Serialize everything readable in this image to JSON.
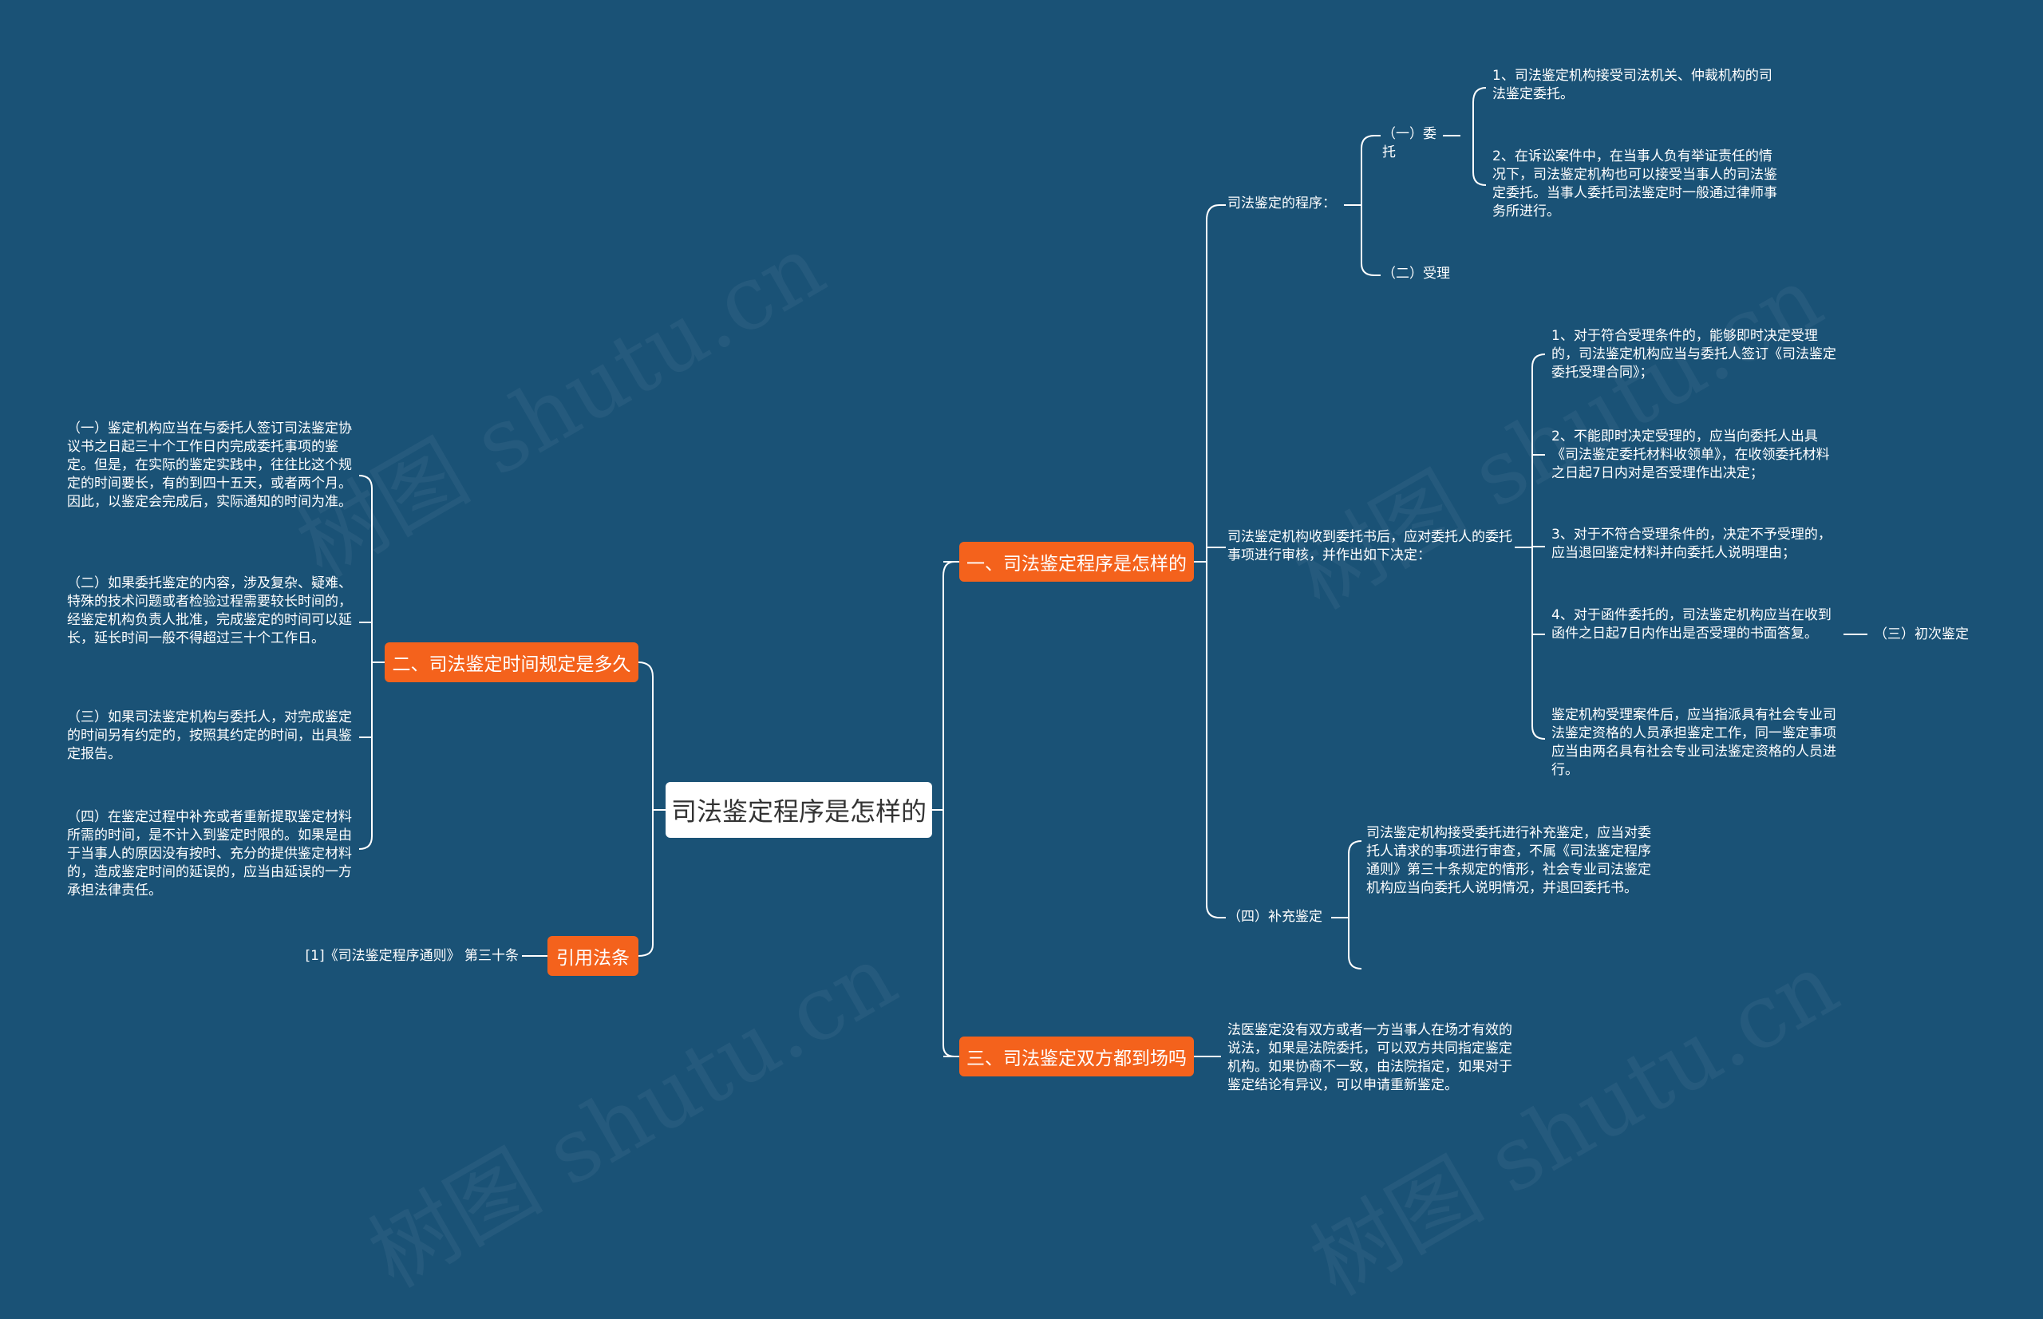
{
  "watermark": "树图 shutu.cn",
  "root": "司法鉴定程序是怎样的",
  "branches": {
    "b1": {
      "label": "一、司法鉴定程序是怎样的",
      "procedure": "司法鉴定的程序：",
      "entrust": "（一）委托",
      "entrust_1": "1、司法鉴定机构接受司法机关、仲裁机构的司法鉴定委托。",
      "entrust_2": "2、在诉讼案件中，在当事人负有举证责任的情况下，司法鉴定机构也可以接受当事人的司法鉴定委托。当事人委托司法鉴定时一般通过律师事务所进行。",
      "accept": "（二）受理",
      "review": "司法鉴定机构收到委托书后，应对委托人的委托事项进行审核，并作出如下决定：",
      "review_1": "1、对于符合受理条件的，能够即时决定受理的，司法鉴定机构应当与委托人签订《司法鉴定委托受理合同》；",
      "review_2": "2、不能即时决定受理的，应当向委托人出具《司法鉴定委托材料收领单》，在收领委托材料之日起7日内对是否受理作出决定；",
      "review_3": "3、对于不符合受理条件的，决定不予受理的，应当退回鉴定材料并向委托人说明理由；",
      "review_4": "4、对于函件委托的，司法鉴定机构应当在收到函件之日起7日内作出是否受理的书面答复。",
      "review_5": "鉴定机构受理案件后，应当指派具有社会专业司法鉴定资格的人员承担鉴定工作，同一鉴定事项应当由两名具有社会专业司法鉴定资格的人员进行。",
      "initial": "（三）初次鉴定",
      "supplement": "（四）补充鉴定",
      "supplement_text": "司法鉴定机构接受委托进行补充鉴定，应当对委托人请求的事项进行审查，不属《司法鉴定程序通则》第三十条规定的情形，社会专业司法鉴定机构应当向委托人说明情况，并退回委托书。"
    },
    "b2": {
      "label": "二、司法鉴定时间规定是多久",
      "t1": "（一）鉴定机构应当在与委托人签订司法鉴定协议书之日起三十个工作日内完成委托事项的鉴定。但是，在实际的鉴定实践中，往往比这个规定的时间要长，有的到四十五天，或者两个月。因此，以鉴定会完成后，实际通知的时间为准。",
      "t2": "（二）如果委托鉴定的内容，涉及复杂、疑难、特殊的技术问题或者检验过程需要较长时间的，经鉴定机构负责人批准，完成鉴定的时间可以延长，延长时间一般不得超过三十个工作日。",
      "t3": "（三）如果司法鉴定机构与委托人，对完成鉴定的时间另有约定的，按照其约定的时间，出具鉴定报告。",
      "t4": "（四）在鉴定过程中补充或者重新提取鉴定材料所需的时间，是不计入到鉴定时限的。如果是由于当事人的原因没有按时、充分的提供鉴定材料的，造成鉴定时间的延误的，应当由延误的一方承担法律责任。"
    },
    "b3": {
      "label": "三、司法鉴定双方都到场吗",
      "text": "法医鉴定没有双方或者一方当事人在场才有效的说法，如果是法院委托，可以双方共同指定鉴定机构。如果协商不一致，由法院指定，如果对于鉴定结论有异议，可以申请重新鉴定。"
    },
    "b4": {
      "label": "引用法条",
      "text": "[1]《司法鉴定程序通则》 第三十条"
    }
  }
}
